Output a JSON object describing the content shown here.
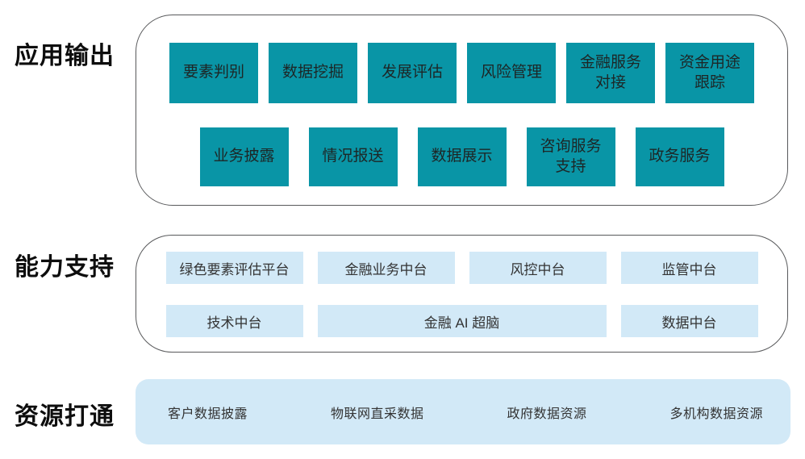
{
  "sections": [
    {
      "id": "app-output",
      "label": "应用输出",
      "rows": [
        [
          "要素判别",
          "数据挖掘",
          "发展评估",
          "风险管理",
          "金融服务\n对接",
          "资金用途\n跟踪"
        ],
        [
          "业务披露",
          "情况报送",
          "数据展示",
          "咨询服务\n支持",
          "政务服务"
        ]
      ]
    },
    {
      "id": "capability-support",
      "label": "能力支持",
      "rows": [
        [
          "绿色要素评估平台",
          "金融业务中台",
          "风控中台",
          "监管中台"
        ],
        [
          "技术中台",
          "金融 AI 超脑",
          "数据中台"
        ]
      ]
    },
    {
      "id": "resource-integration",
      "label": "资源打通",
      "items": [
        "客户数据披露",
        "物联网直采数据",
        "政府数据资源",
        "多机构数据资源"
      ]
    }
  ],
  "colors": {
    "app_box_fill": "#0995A6",
    "support_box_fill": "#D2E9F7",
    "resource_band_fill": "#D2E9F7",
    "panel_outline": "#58595b",
    "section_label_text": "#0d0d0d",
    "box_text": "#1d2626"
  }
}
